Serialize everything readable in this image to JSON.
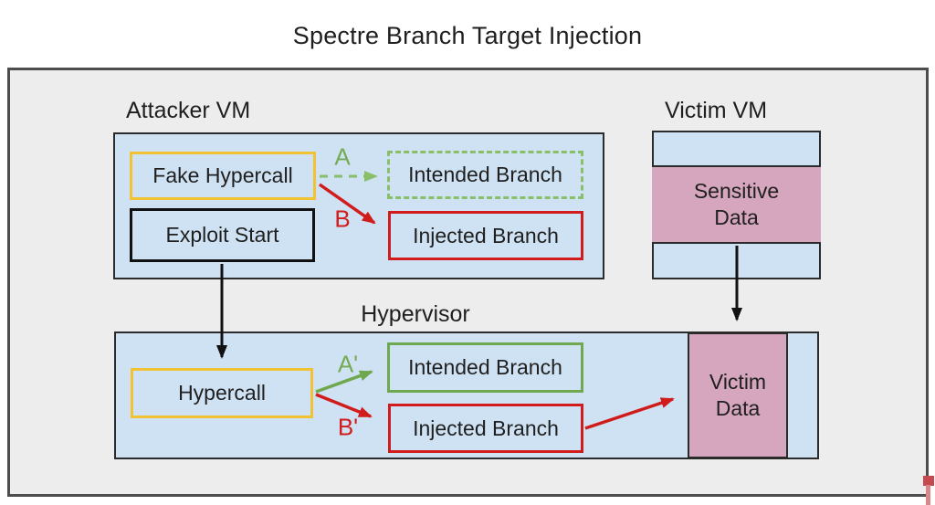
{
  "title": "Spectre Branch Target Injection",
  "colors": {
    "panel_background": "#ededed",
    "vm_fill": "#cfe2f3",
    "sensitive_pink": "#d5a6bd",
    "hypercall_yellow": "#f1c232",
    "intended_green": "#6fa84f",
    "intended_green_dashed": "#8abf6a",
    "injected_red": "#d11c1c",
    "text": "#1f1f1f"
  },
  "attacker_vm": {
    "label": "Attacker VM",
    "nodes": {
      "fake_hypercall": "Fake Hypercall",
      "exploit_start": "Exploit Start",
      "intended_branch": "Intended Branch",
      "injected_branch": "Injected Branch"
    },
    "edges": {
      "a_label": "A",
      "b_label": "B"
    }
  },
  "victim_vm": {
    "label": "Victim VM",
    "nodes": {
      "sensitive_data": "Sensitive Data"
    }
  },
  "hypervisor": {
    "label": "Hypervisor",
    "nodes": {
      "hypercall": "Hypercall",
      "intended_branch": "Intended Branch",
      "injected_branch": "Injected Branch",
      "victim_data": "Victim Data"
    },
    "edges": {
      "a_prime_label": "A'",
      "b_prime_label": "B'"
    }
  }
}
